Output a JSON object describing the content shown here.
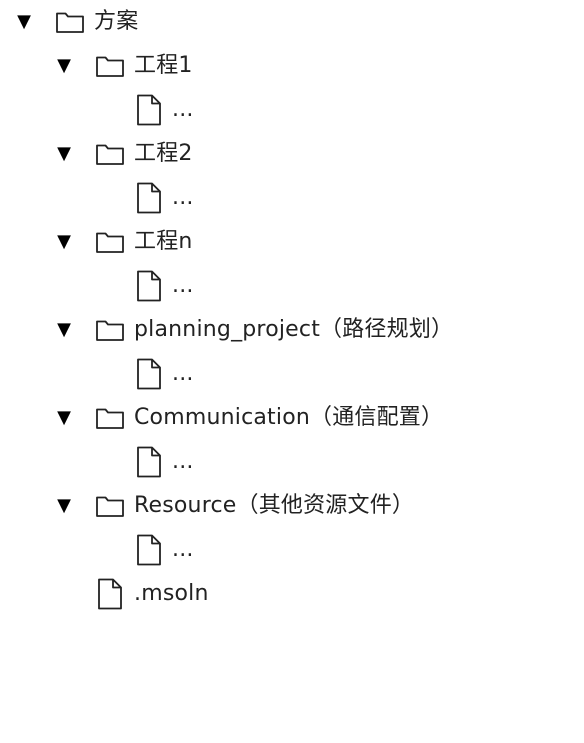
{
  "tree": {
    "root": {
      "label": "方案",
      "toggle": "▼",
      "icon": "folder-icon"
    },
    "children": [
      {
        "label": "工程1",
        "toggle": "▼",
        "icon": "folder-icon",
        "child_label": "...",
        "child_icon": "file-icon"
      },
      {
        "label": "工程2",
        "toggle": "▼",
        "icon": "folder-icon",
        "child_label": "...",
        "child_icon": "file-icon"
      },
      {
        "label": "工程n",
        "toggle": "▼",
        "icon": "folder-icon",
        "child_label": "...",
        "child_icon": "file-icon"
      },
      {
        "label": "planning_project（路径规划）",
        "toggle": "▼",
        "icon": "folder-icon",
        "child_label": "...",
        "child_icon": "file-icon"
      },
      {
        "label": "Communication（通信配置）",
        "toggle": "▼",
        "icon": "folder-icon",
        "child_label": "...",
        "child_icon": "file-icon"
      },
      {
        "label": "Resource（其他资源文件）",
        "toggle": "▼",
        "icon": "folder-icon",
        "child_label": "...",
        "child_icon": "file-icon"
      }
    ],
    "file": {
      "label": ".msoln",
      "icon": "file-icon"
    }
  },
  "colors": {
    "text": "#222222",
    "icon_stroke": "#222222",
    "background": "#ffffff"
  }
}
